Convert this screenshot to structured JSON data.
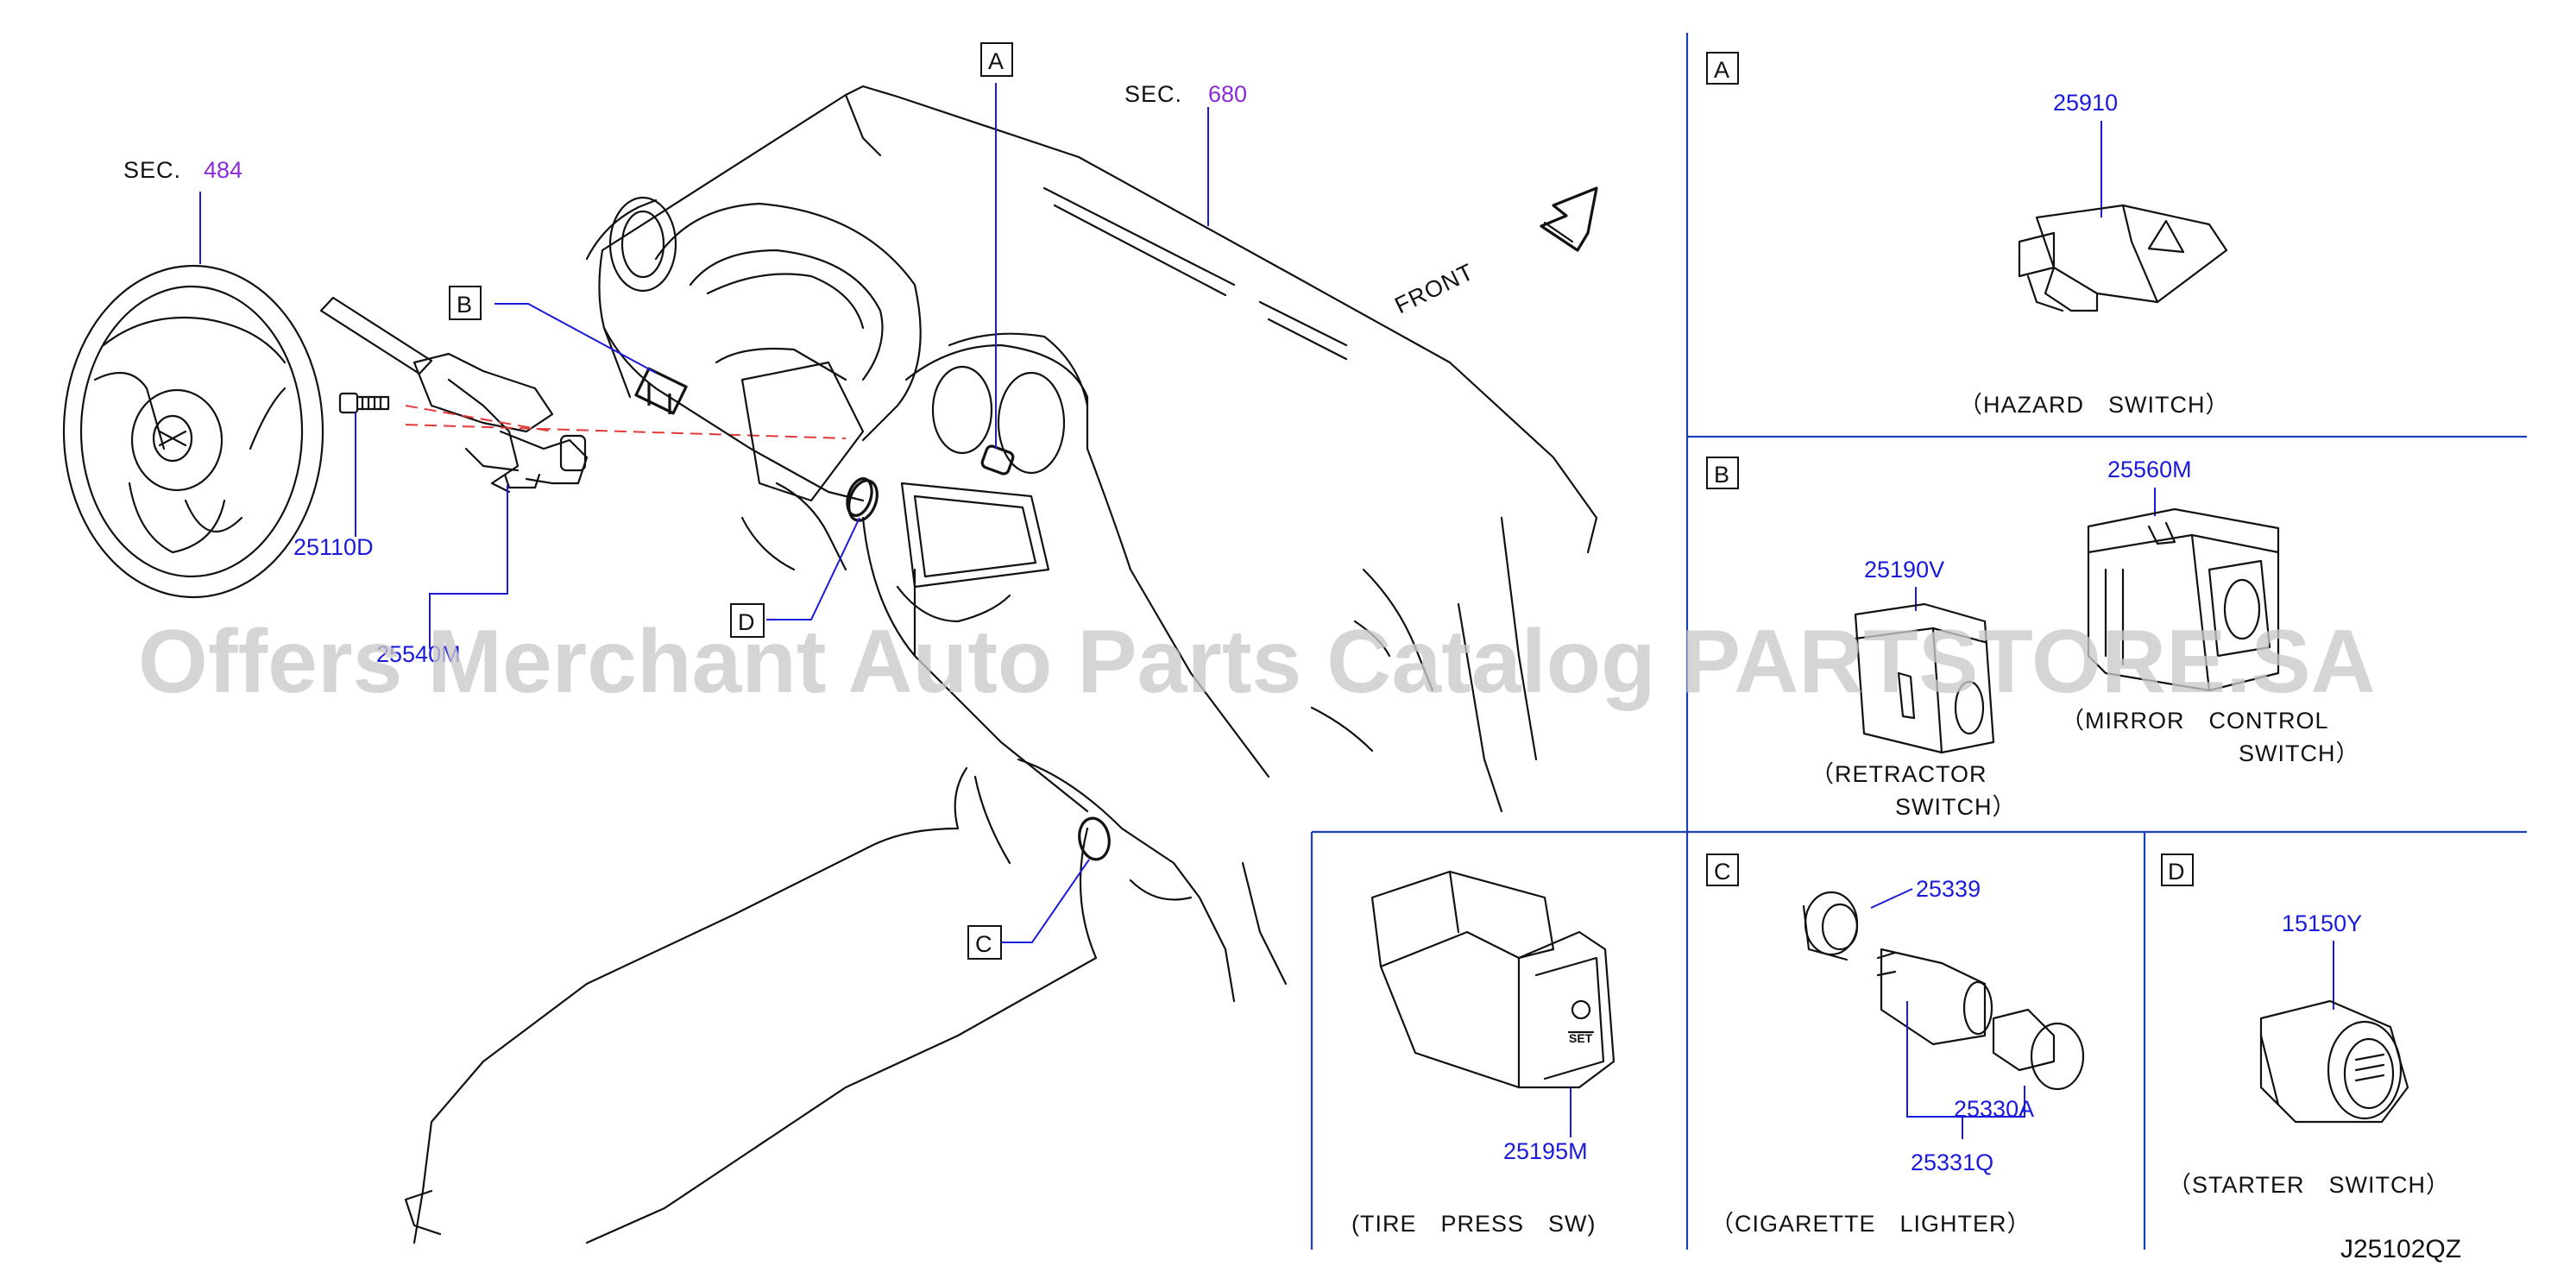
{
  "refs": {
    "sec_484": {
      "label": "SEC.",
      "num": "484"
    },
    "sec_680": {
      "label": "SEC.",
      "num": "680"
    }
  },
  "direction": {
    "front": "FRONT"
  },
  "callouts": {
    "a": "A",
    "b": "B",
    "c": "C",
    "d": "D"
  },
  "parts": {
    "p25110D": "25110D",
    "p25540M": "25540M",
    "p25910": "25910",
    "p25560M": "25560M",
    "p25190V": "25190V",
    "p25195M": "25195M",
    "p25339": "25339",
    "p25330A": "25330A",
    "p25331Q": "25331Q",
    "p15150Y": "15150Y"
  },
  "panels": {
    "a": {
      "tag": "A",
      "label": "（HAZARD　SWITCH）"
    },
    "b": {
      "tag": "B",
      "label_retractor_1": "（RETRACTOR",
      "label_retractor_2": "SWITCH）",
      "label_mirror_1": "（MIRROR　CONTROL",
      "label_mirror_2": "SWITCH）"
    },
    "tire": {
      "label": "(TIRE　PRESS　SW)"
    },
    "c": {
      "tag": "C",
      "label": "（CIGARETTE　LIGHTER）"
    },
    "d": {
      "tag": "D",
      "label": "（STARTER　SWITCH）"
    }
  },
  "diagram_code": "J25102QZ",
  "watermark": "Offers Merchant Auto Parts Catalog PARTSTORE.SA",
  "colors": {
    "part_number": "#1a1adc",
    "section_number": "#8a2bd9",
    "separator": "#1c3fb8"
  }
}
